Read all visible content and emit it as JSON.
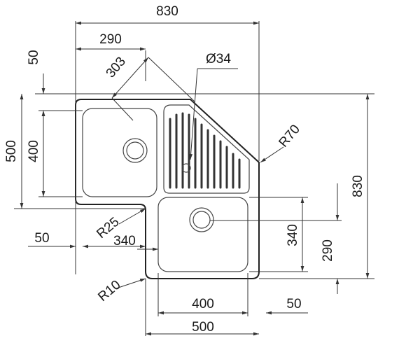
{
  "drawing": {
    "type": "corner sink technical drawing",
    "dimensions": {
      "overall_width": "830",
      "overall_height": "830",
      "left_offset": "290",
      "top_strip": "50",
      "diagonal": "303",
      "drain_diameter": "Ø34",
      "corner_radius": "R70",
      "left_depth": "500",
      "left_bowl": "400",
      "side_strip": "50",
      "inner_radius": "R25",
      "bowl_width": "340",
      "bowl_height": "340",
      "bottom_offset": "290",
      "outer_radius": "R10",
      "bottom_bowl": "400",
      "bottom_strip": "50",
      "bottom_total": "500"
    }
  }
}
